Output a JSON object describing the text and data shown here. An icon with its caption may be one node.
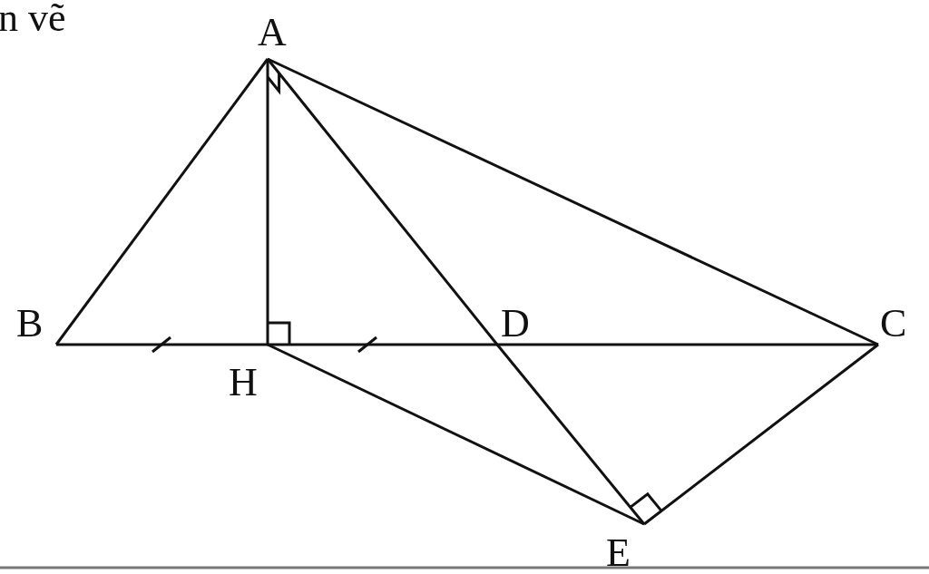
{
  "diagram": {
    "nodes": [
      {
        "text": [
          "A"
        ]
      },
      {
        "text": [
          "B"
        ]
      },
      {
        "text": [
          "D"
        ]
      },
      {
        "text": [
          "C"
        ]
      },
      {
        "text": [
          "H"
        ]
      },
      {
        "text": [
          "E"
        ]
      }
    ],
    "edges": [
      {
        "from": 0,
        "to": 1,
        "arrow": "none"
      },
      {
        "from": 0,
        "to": 4,
        "arrow": "none"
      },
      {
        "from": 0,
        "to": 2,
        "arrow": "none"
      },
      {
        "from": 2,
        "to": 5,
        "arrow": "none"
      },
      {
        "from": 0,
        "to": 3,
        "arrow": "none"
      },
      {
        "from": 1,
        "to": 4,
        "arrow": "none"
      },
      {
        "from": 4,
        "to": 2,
        "arrow": "none"
      },
      {
        "from": 2,
        "to": 3,
        "arrow": "none"
      },
      {
        "from": 4,
        "to": 5,
        "arrow": "none"
      },
      {
        "from": 5,
        "to": 3,
        "arrow": "none"
      }
    ],
    "labels": [
      "n vẽ"
    ]
  }
}
